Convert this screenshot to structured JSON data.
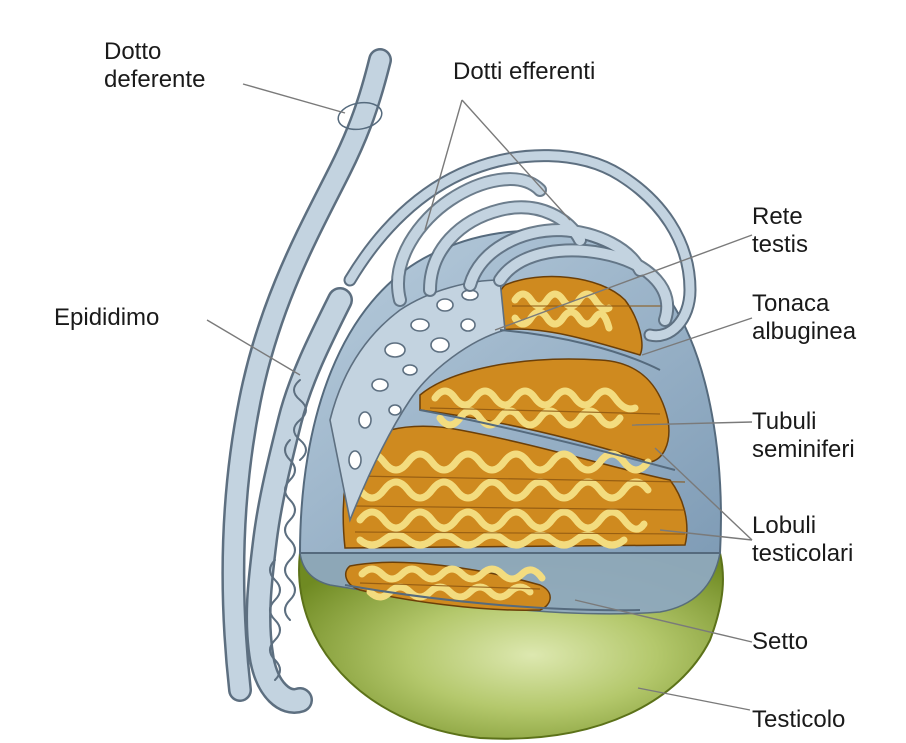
{
  "labels": {
    "dotto_deferente": [
      "Dotto",
      "deferente"
    ],
    "dotti_efferenti": "Dotti efferenti",
    "rete_testis": [
      "Rete",
      "testis"
    ],
    "tonaca_albuginea": [
      "Tonaca",
      "albuginea"
    ],
    "epididimo": "Epididimo",
    "tubuli_seminiferi": [
      "Tubuli",
      "seminiferi"
    ],
    "lobuli_testicolari": [
      "Lobuli",
      "testicolari"
    ],
    "setto": "Setto",
    "testicolo": "Testicolo"
  },
  "colors": {
    "duct_fill": "#c3d3e0",
    "duct_stroke": "#5d6f80",
    "albuginea": "#8ea9c2",
    "lobule_fill": "#cf8a1f",
    "lobule_dark": "#a2600f",
    "tubule": "#f3dc7f",
    "testicle_outer": "#7e9a2c",
    "testicle_light": "#c6d888",
    "leader": "#7a7a7a"
  }
}
